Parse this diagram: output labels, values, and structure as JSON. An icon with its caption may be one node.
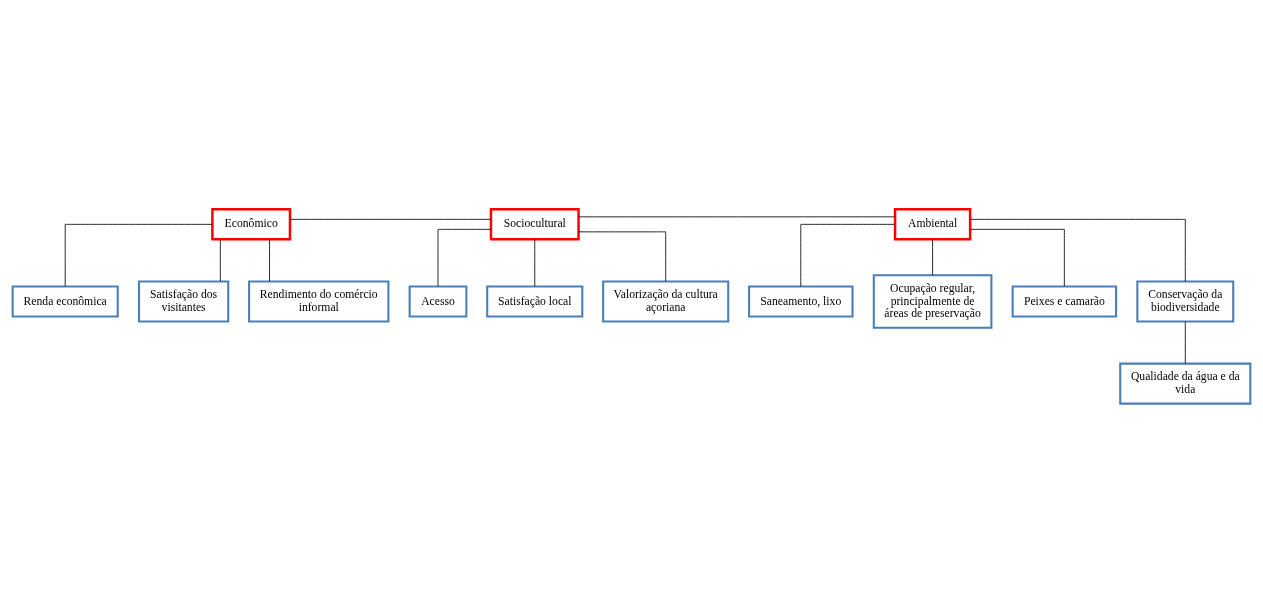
{
  "diagram": {
    "nodes": [
      {
        "text": [
          "Econômico"
        ]
      },
      {
        "text": [
          "Sociocultural"
        ]
      },
      {
        "text": [
          "Ambiental"
        ]
      },
      {
        "text": [
          "Renda econômica"
        ]
      },
      {
        "text": [
          "Satisfação dos visitantes"
        ]
      },
      {
        "text": [
          "Rendimento do comércio informal"
        ]
      },
      {
        "text": [
          "Acesso"
        ]
      },
      {
        "text": [
          "Satisfação local"
        ]
      },
      {
        "text": [
          "Valorização da cultura açoriana"
        ]
      },
      {
        "text": [
          "Saneamento, lixo"
        ]
      },
      {
        "text": [
          "Ocupação regular, principalmente de áreas de preservação"
        ]
      },
      {
        "text": [
          "Peixes e camarão"
        ]
      },
      {
        "text": [
          "Conservação da biodiversidade"
        ]
      },
      {
        "text": [
          "Qualidade da água e da vida"
        ]
      }
    ],
    "edges": [
      {
        "from": 0,
        "to": 1,
        "arrow": "none"
      },
      {
        "from": 1,
        "to": 2,
        "arrow": "none"
      },
      {
        "from": 0,
        "to": 3,
        "arrow": "none"
      },
      {
        "from": 0,
        "to": 4,
        "arrow": "none"
      },
      {
        "from": 0,
        "to": 5,
        "arrow": "none"
      },
      {
        "from": 1,
        "to": 6,
        "arrow": "none"
      },
      {
        "from": 1,
        "to": 7,
        "arrow": "none"
      },
      {
        "from": 1,
        "to": 8,
        "arrow": "none"
      },
      {
        "from": 2,
        "to": 9,
        "arrow": "none"
      },
      {
        "from": 2,
        "to": 10,
        "arrow": "none"
      },
      {
        "from": 2,
        "to": 11,
        "arrow": "none"
      },
      {
        "from": 2,
        "to": 12,
        "arrow": "none"
      },
      {
        "from": 12,
        "to": 13,
        "arrow": "none"
      }
    ]
  }
}
